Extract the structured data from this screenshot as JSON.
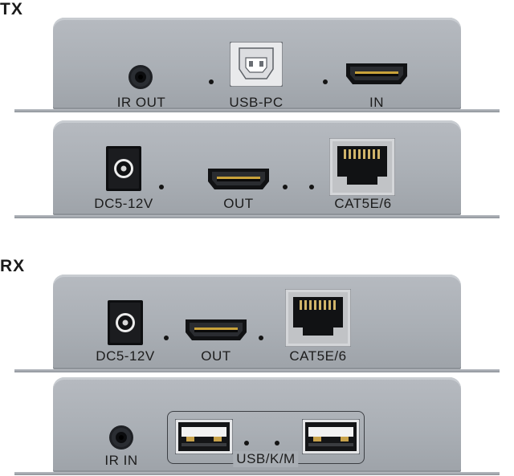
{
  "tx": {
    "label": "TX",
    "panel_top": {
      "ir_out": "IR OUT",
      "usb_pc": "USB-PC",
      "in": "IN"
    },
    "panel_bottom": {
      "dc": "DC5-12V",
      "out": "OUT",
      "cat": "CAT5E/6"
    }
  },
  "rx": {
    "label": "RX",
    "panel_top": {
      "dc": "DC5-12V",
      "out": "OUT",
      "cat": "CAT5E/6"
    },
    "panel_bottom": {
      "ir_in": "IR IN",
      "usb": "USB/K/M"
    }
  },
  "colors": {
    "panel": "#aaafb5",
    "port_dark": "#151515",
    "text": "#1c1c1c",
    "background": "#ffffff"
  }
}
